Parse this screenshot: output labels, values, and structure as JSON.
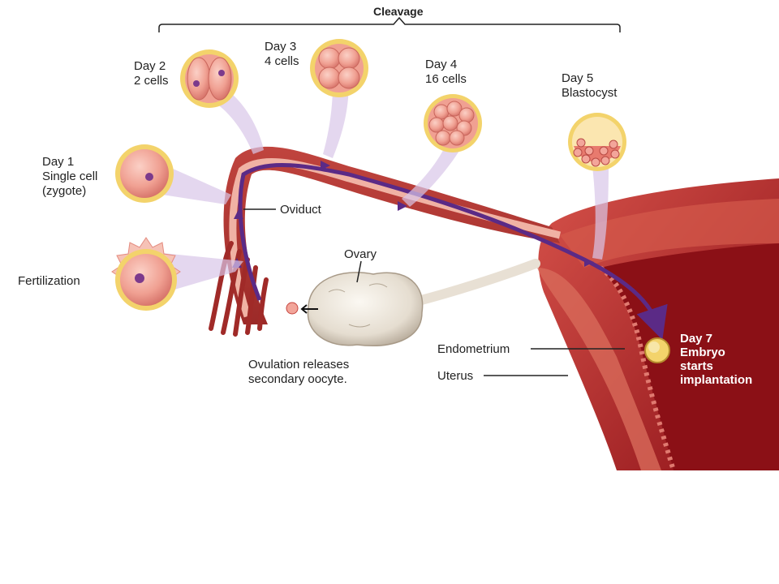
{
  "colors": {
    "uterus_dark": "#a01820",
    "uterus_mid": "#c43a36",
    "tube_pink": "#e69a8e",
    "path_purple": "#5b2a86",
    "cell_pink": "#f2a59a",
    "zona_yellow": "#f3d36b",
    "ovary": "#e8e2d6"
  },
  "labels": {
    "cleavage": "Cleavage",
    "day2": [
      "Day 2",
      "2 cells"
    ],
    "day3": [
      "Day 3",
      "4 cells"
    ],
    "day4": [
      "Day 4",
      "16 cells"
    ],
    "day5": [
      "Day 5",
      "Blastocyst"
    ],
    "day1": [
      "Day 1",
      "Single cell",
      "(zygote)"
    ],
    "fertilization": "Fertilization",
    "oviduct": "Oviduct",
    "ovary": "Ovary",
    "ovulation": [
      "Ovulation releases",
      "secondary oocyte."
    ],
    "endometrium": "Endometrium",
    "uterus": "Uterus",
    "day7": [
      "Day 7",
      "Embryo",
      "starts",
      "implantation"
    ]
  }
}
